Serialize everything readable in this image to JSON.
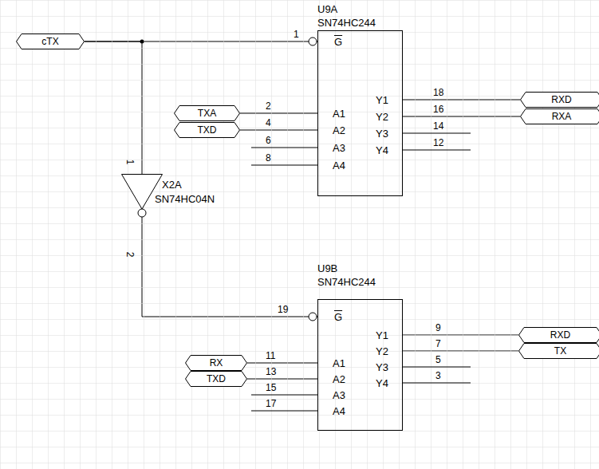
{
  "diagram": {
    "nodes": [
      {
        "text": [
          "cTX"
        ]
      },
      {
        "text": [
          "U9A",
          "SN74HC244",
          "G",
          "A1",
          "A2",
          "A3",
          "A4",
          "Y1",
          "Y2",
          "Y3",
          "Y4"
        ]
      },
      {
        "text": [
          "TXA"
        ]
      },
      {
        "text": [
          "TXD"
        ]
      },
      {
        "text": [
          "RXD"
        ]
      },
      {
        "text": [
          "RXA"
        ]
      },
      {
        "text": [
          "X2A",
          "SN74HC04N"
        ]
      },
      {
        "text": [
          "U9B",
          "SN74HC244",
          "G",
          "A1",
          "A2",
          "A3",
          "A4",
          "Y1",
          "Y2",
          "Y3",
          "Y4"
        ]
      },
      {
        "text": [
          "RX"
        ]
      },
      {
        "text": [
          "TXD"
        ]
      },
      {
        "text": [
          "RXD"
        ]
      },
      {
        "text": [
          "TX"
        ]
      }
    ],
    "edges": [
      {
        "from": 0,
        "to": 1,
        "arrow": "none"
      },
      {
        "from": 0,
        "to": 6,
        "arrow": "none"
      },
      {
        "from": 6,
        "to": 7,
        "arrow": "none"
      },
      {
        "from": 2,
        "to": 1,
        "arrow": "none"
      },
      {
        "from": 3,
        "to": 1,
        "arrow": "none"
      },
      {
        "from": 1,
        "to": 4,
        "arrow": "none"
      },
      {
        "from": 1,
        "to": 5,
        "arrow": "none"
      },
      {
        "from": 8,
        "to": 7,
        "arrow": "none"
      },
      {
        "from": 9,
        "to": 7,
        "arrow": "none"
      },
      {
        "from": 7,
        "to": 10,
        "arrow": "none"
      },
      {
        "from": 7,
        "to": 11,
        "arrow": "none"
      }
    ],
    "labels": [
      "1",
      "2",
      "4",
      "6",
      "8",
      "18",
      "16",
      "14",
      "12",
      "1",
      "2",
      "19",
      "11",
      "13",
      "15",
      "17",
      "9",
      "7",
      "5",
      "3"
    ]
  }
}
